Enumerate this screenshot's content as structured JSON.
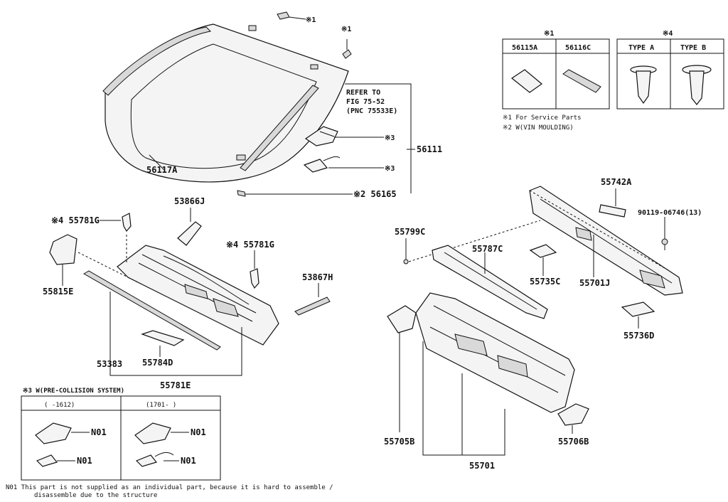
{
  "labels": {
    "windshield": "56117A",
    "refer_line1": "REFER TO",
    "refer_line2": "FIG 75-52",
    "refer_line3": "(PNC 75533E)",
    "bracket_56111": "56111",
    "moulding_56165": "※2 56165",
    "note_x1_top": "※1",
    "note_x1_mid": "※1",
    "note_x3_a": "※3",
    "note_x3_b": "※3",
    "clip_left": "※4 55781G",
    "clip_center": "※4 55781G",
    "seal_53866j": "53866J",
    "panel_55815e": "55815E",
    "seal_53867h": "53867H",
    "seal_53383": "53383",
    "plate_55784d": "55784D",
    "cowl_55781e": "55781E",
    "clip_55799c": "55799C",
    "panel_55787c": "55787C",
    "bracket_55735c": "55735C",
    "panel_55701j": "55701J",
    "seal_55742a": "55742A",
    "bolt_90119": "90119-06746(13)",
    "bracket_55736d": "55736D",
    "bracket_55705b": "55705B",
    "bracket_55706b": "55706B",
    "panel_55701": "55701"
  },
  "legend_x1": {
    "title": "※1",
    "col1": "56115A",
    "col2": "56116C",
    "note1": "※1 For Service Parts",
    "note2": "※2 W(VIN MOULDING)"
  },
  "legend_x4": {
    "title": "※4",
    "col1": "TYPE A",
    "col2": "TYPE B"
  },
  "legend_x3": {
    "title": "※3 W(PRE-COLLISION SYSTEM)",
    "col1": "(    -1612)",
    "col2": "(1701-    )",
    "n01_a": "N01",
    "n01_b": "N01",
    "n01_c": "N01",
    "n01_d": "N01"
  },
  "footnote": {
    "line1": "N01   This part is not supplied as an individual part, because it is hard to assemble /",
    "line2": "disassemble due to the structure"
  }
}
